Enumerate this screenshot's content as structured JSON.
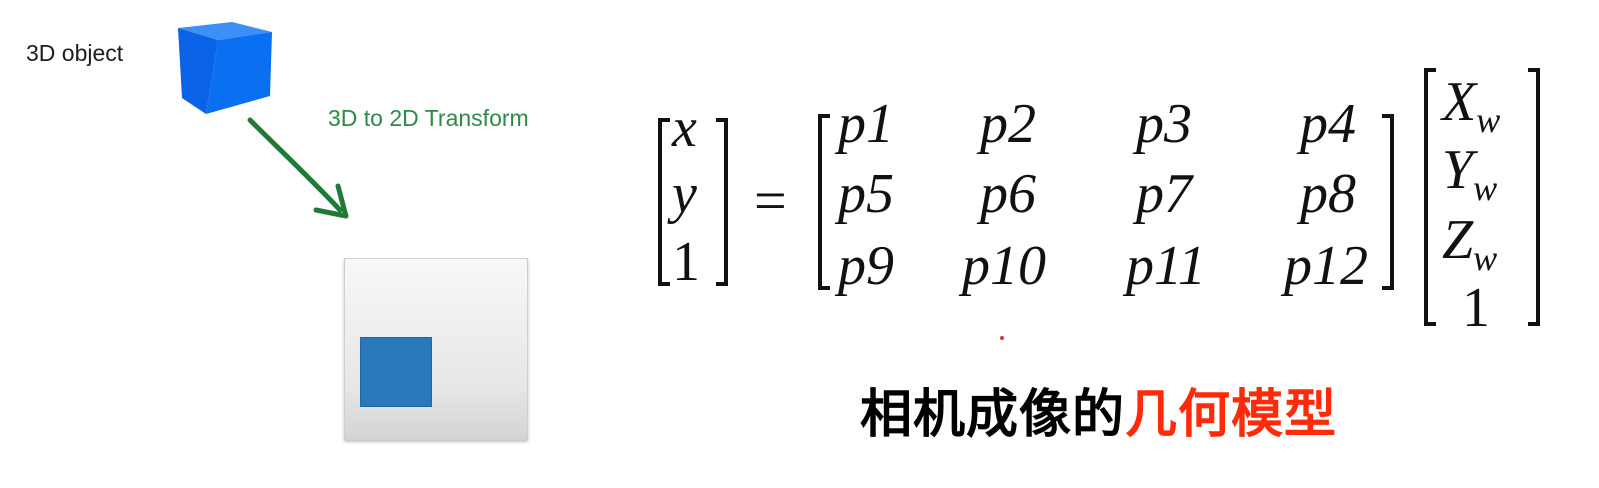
{
  "labels": {
    "object": "3D object",
    "transform": "3D to 2D Transform"
  },
  "equation": {
    "lhs": [
      "x",
      "y",
      "1"
    ],
    "equals": "=",
    "matrix": [
      [
        "p1",
        "p2",
        "p3",
        "p4"
      ],
      [
        "p5",
        "p6",
        "p7",
        "p8"
      ],
      [
        "p9",
        "p10",
        "p11",
        "p12"
      ]
    ],
    "rhs": [
      {
        "base": "X",
        "sub": "w"
      },
      {
        "base": "Y",
        "sub": "w"
      },
      {
        "base": "Z",
        "sub": "w"
      },
      {
        "base": "1",
        "sub": ""
      }
    ]
  },
  "caption": {
    "black": "相机成像的",
    "red": "几何模型"
  },
  "colors": {
    "cube": "#0a6ff0",
    "arrow": "#1e7a34",
    "transform_label": "#2e8b45",
    "projected_square": "#2b79bd",
    "caption_red": "#ff2a0a"
  },
  "icons": {
    "object": "cube-icon",
    "arrow": "arrow-icon"
  }
}
